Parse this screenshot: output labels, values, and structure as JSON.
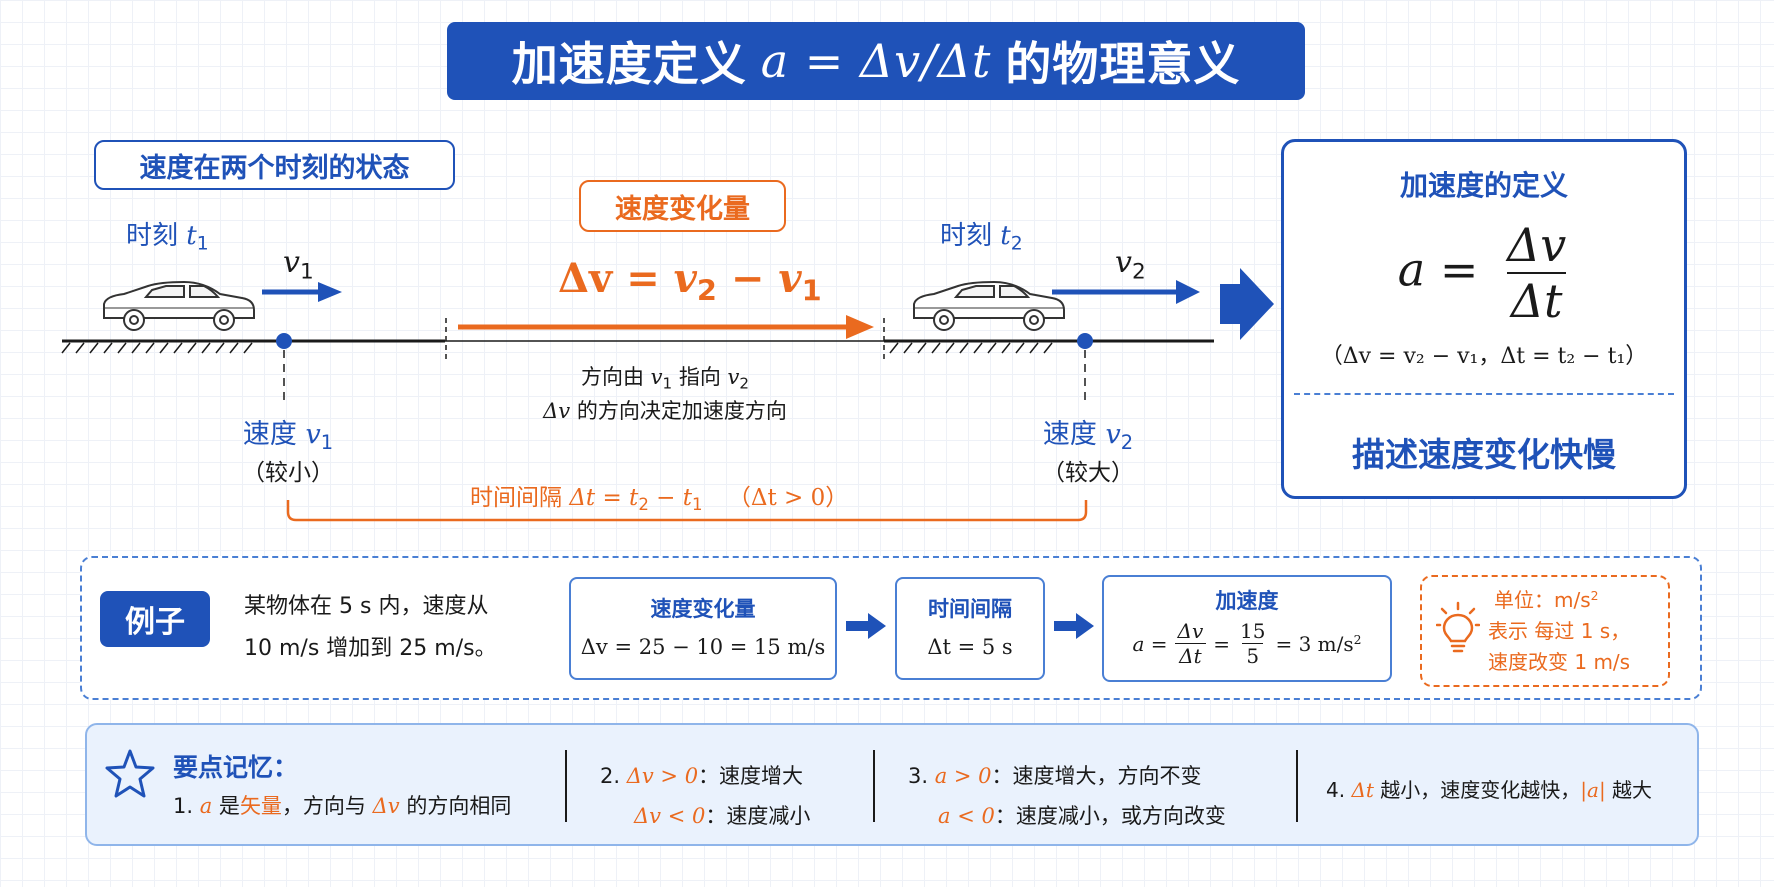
{
  "title": {
    "prefix": "加速度定义",
    "formula": "a = Δv/Δt",
    "suffix": "的物理意义"
  },
  "velocity_tag": "速度在两个时刻的状态",
  "change_tag": "速度变化量",
  "moment1": {
    "label": "时刻",
    "sym": "t",
    "sub": "1"
  },
  "moment2": {
    "label": "时刻",
    "sym": "t",
    "sub": "2"
  },
  "v1_arrow": {
    "sym": "v",
    "sub": "1"
  },
  "v2_arrow": {
    "sym": "v",
    "sub": "2"
  },
  "delta_v_formula": {
    "lhs": "Δv = ",
    "v2": "v",
    "v2_sub": "2",
    "minus": " − ",
    "v1": "v",
    "v1_sub": "1"
  },
  "direction_note": {
    "line1_a": "方向由 ",
    "line1_b": " 指向 ",
    "line2": " 的方向决定加速度方向",
    "dv": "Δv"
  },
  "speed1": {
    "label": "速度",
    "sub": "1",
    "note": "（较小）"
  },
  "speed2": {
    "label": "速度",
    "sub": "2",
    "note": "（较大）"
  },
  "interval": {
    "label": "时间间隔",
    "formula": "Δt = t",
    "rest": " − t",
    "cond": "（Δt > 0）"
  },
  "definition": {
    "heading": "加速度的定义",
    "lhs": "a =",
    "num": "Δv",
    "den": "Δt",
    "note": "（Δv = v₂ − v₁，Δt = t₂ − t₁）",
    "meaning": "描述速度变化快慢"
  },
  "example": {
    "badge": "例子",
    "text_line1": "某物体在 5 s 内，速度从",
    "text_line2": "10 m/s 增加到 25 m/s。",
    "box1_title": "速度变化量",
    "box1_body": "Δv = 25 − 10 = 15 m/s",
    "box2_title": "时间间隔",
    "box2_body": "Δt = 5 s",
    "box3_title": "加速度",
    "box3_a": "a =",
    "box3_num1": "Δv",
    "box3_den1": "Δt",
    "box3_num2": "15",
    "box3_den2": "5",
    "box3_result": "= 3 m/s",
    "box3_sup": "2",
    "unit_line1": "单位：m/s",
    "unit_sup": "2",
    "unit_line2": "表示 每过 1 s，",
    "unit_line3": "速度改变 1 m/s"
  },
  "memo": {
    "heading": "要点记忆：",
    "item1_a": "1. ",
    "item1_sym": "a",
    "item1_b": " 是",
    "item1_vec": "矢量",
    "item1_c": "，方向与 ",
    "item1_dv": "Δv",
    "item1_d": " 的方向相同",
    "item2_num": "2. ",
    "item2_c1": "Δv > 0",
    "item2_t1": "：速度增大",
    "item2_c2": "Δv < 0",
    "item2_t2": "：速度减小",
    "item3_num": "3. ",
    "item3_c1": "a > 0",
    "item3_t1": "：速度增大，方向不变",
    "item3_c2": "a < 0",
    "item3_t2": "：速度减小，或方向改变",
    "item4_num": "4. ",
    "item4_dt": "Δt",
    "item4_t": " 越小，速度变化越快，",
    "item4_abs": "|a|",
    "item4_end": " 越大"
  },
  "colors": {
    "blue": "#1f52b8",
    "orange": "#ea6a1f",
    "memo_bg": "#eaf2fd"
  }
}
